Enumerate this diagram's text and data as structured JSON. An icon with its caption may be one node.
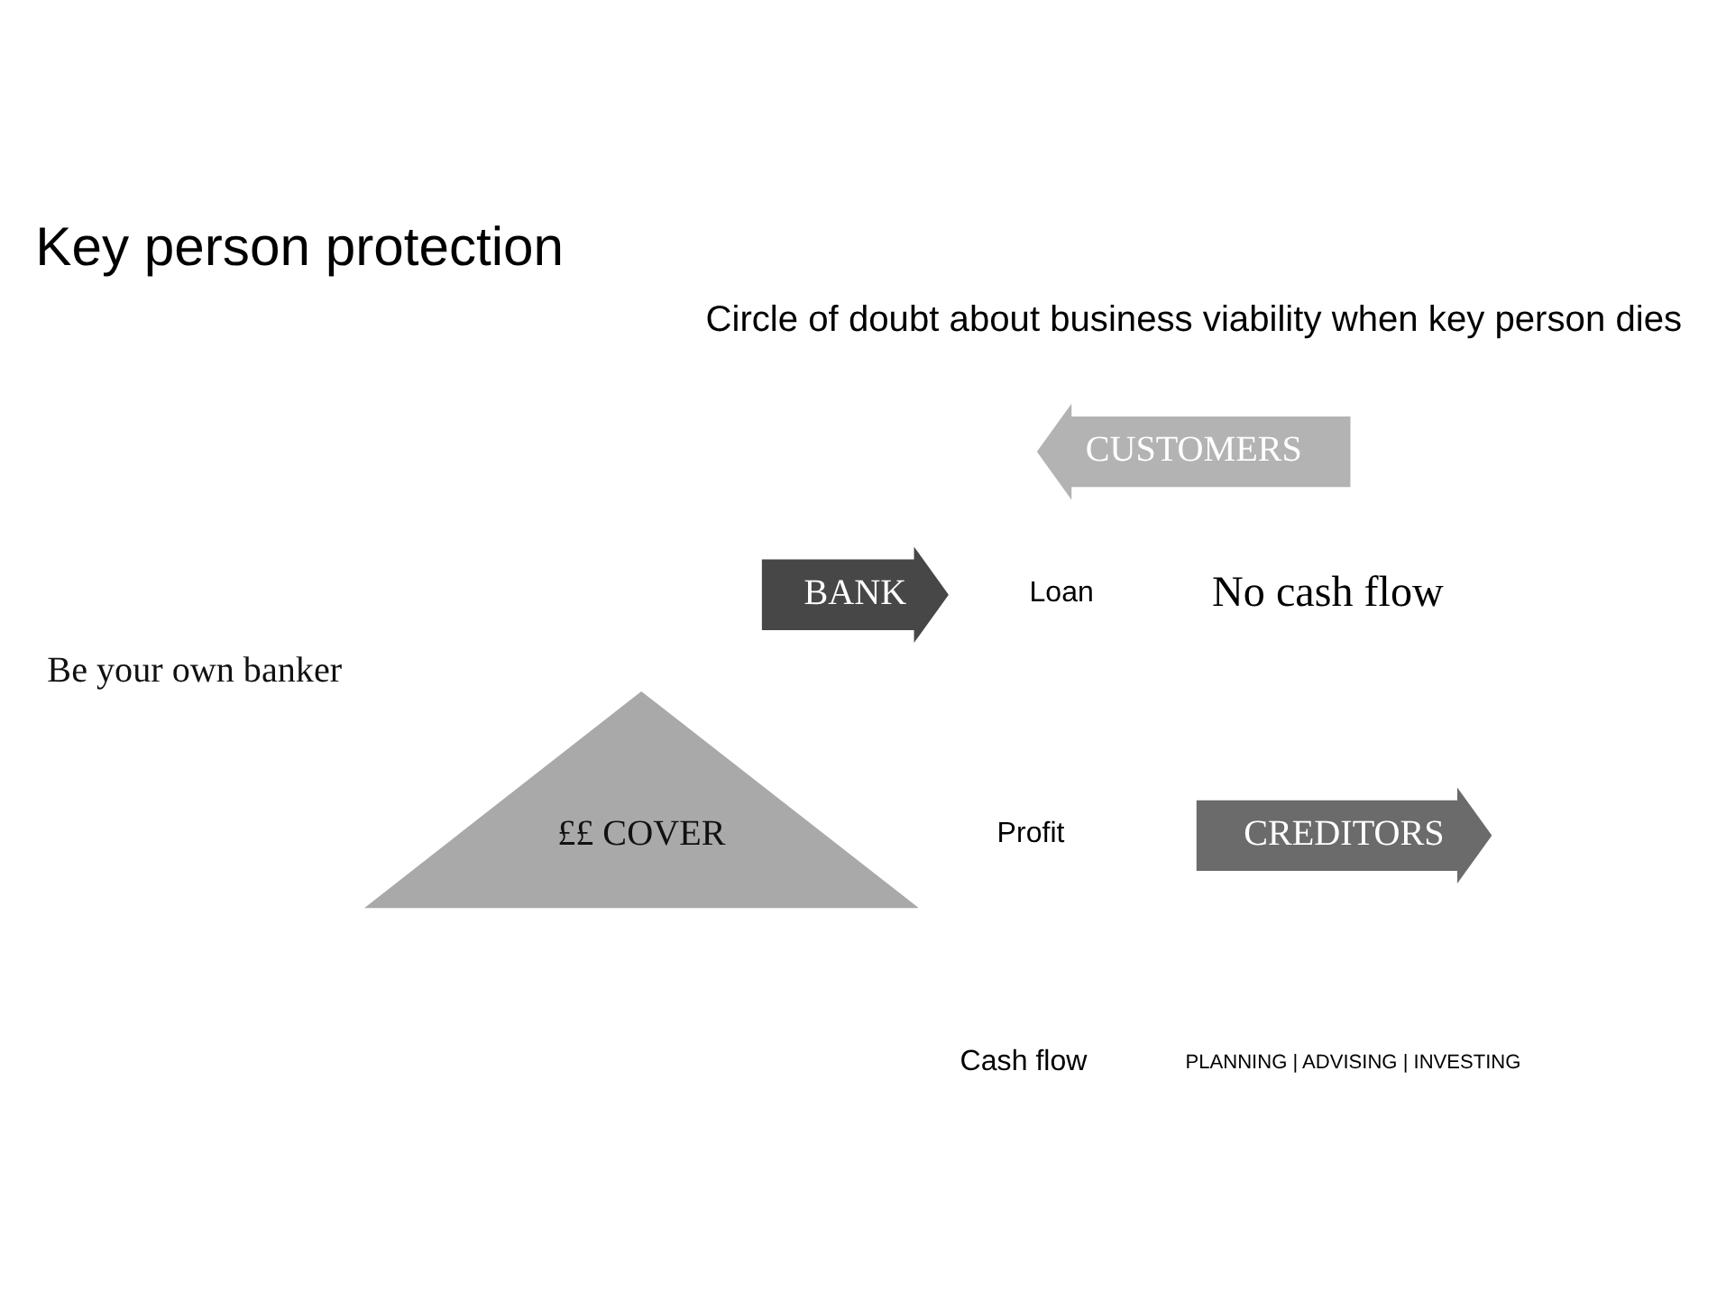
{
  "diagram": {
    "title": "Key person protection",
    "nodes": [
      {
        "text": [
          "CUSTOMERS"
        ]
      },
      {
        "text": [
          "BANK"
        ]
      },
      {
        "text": [
          "CREDITORS"
        ]
      },
      {
        "text": [
          "££ COVER"
        ],
        "beside": [
          "Be your own banker"
        ]
      }
    ],
    "labels": [
      "Circle of doubt about business viability when key person dies",
      "No cash flow",
      "Loan",
      "Profit",
      "Cash flow",
      "PLANNING | ADVISING | INVESTING"
    ]
  }
}
